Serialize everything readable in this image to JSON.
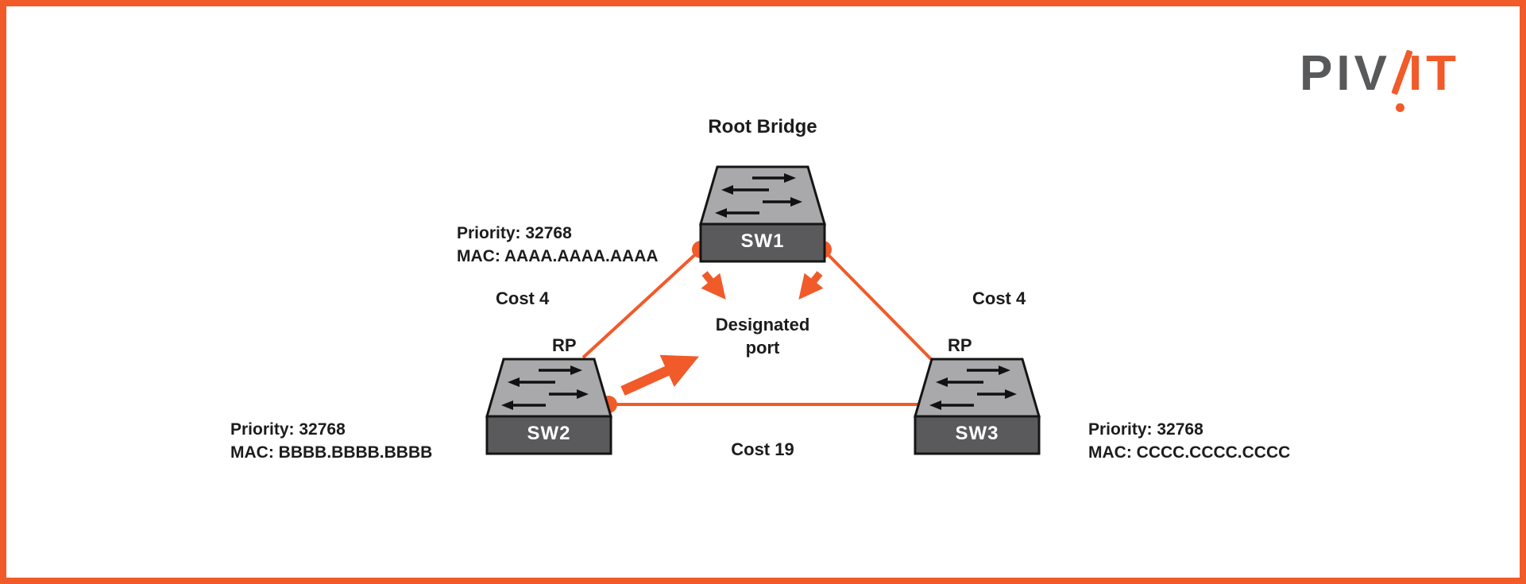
{
  "colors": {
    "accent": "#F15A29",
    "switch_top": "#A9A9AB",
    "switch_front": "#5A5A5C",
    "outline": "#151515",
    "text": "#1C1C1C",
    "logo_gray": "#58595B"
  },
  "logo": {
    "gray_text": "PIV",
    "accent_text": "IT"
  },
  "diagram": {
    "root_bridge_label": "Root Bridge",
    "designated_port_label": "Designated port",
    "switches": [
      {
        "id": "SW1",
        "label": "SW1",
        "role": "Root Bridge",
        "priority": "Priority: 32768",
        "mac": "MAC: AAAA.AAAA.AAAA"
      },
      {
        "id": "SW2",
        "label": "SW2",
        "port_label": "RP",
        "priority": "Priority: 32768",
        "mac": "MAC: BBBB.BBBB.BBBB"
      },
      {
        "id": "SW3",
        "label": "SW3",
        "port_label": "RP",
        "priority": "Priority: 32768",
        "mac": "MAC: CCCC.CCCC.CCCC"
      }
    ],
    "links": [
      {
        "from": "SW1",
        "to": "SW2",
        "cost_label": "Cost 4"
      },
      {
        "from": "SW1",
        "to": "SW3",
        "cost_label": "Cost 4"
      },
      {
        "from": "SW2",
        "to": "SW3",
        "cost_label": "Cost 19"
      }
    ]
  }
}
